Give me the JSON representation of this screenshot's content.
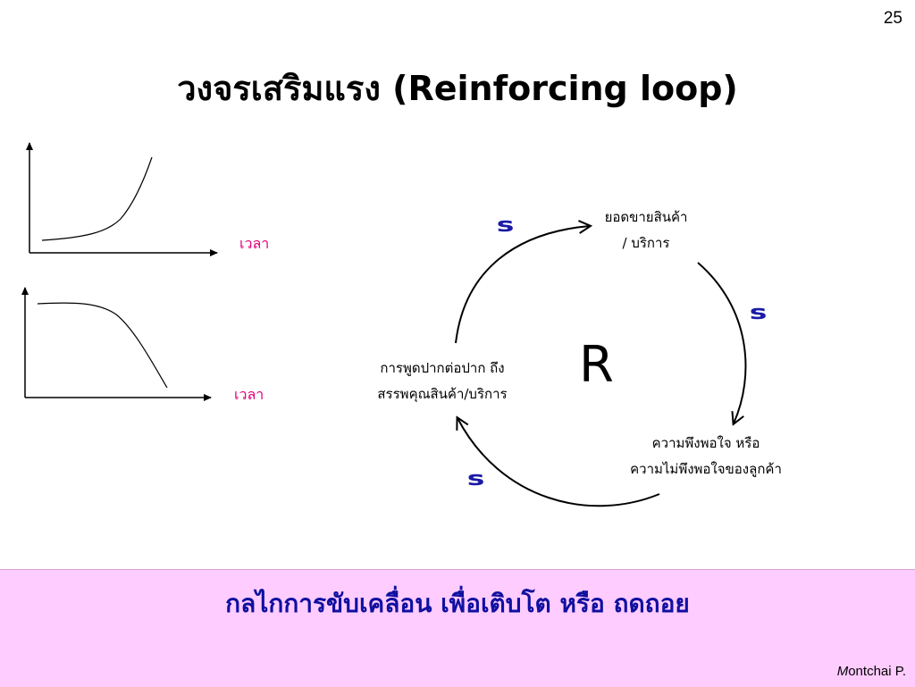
{
  "slide": {
    "page_number": "25",
    "title": "วงจรเสริมแรง (Reinforcing loop)"
  },
  "graphs": {
    "top_label": "เวลา",
    "bottom_label": "เวลา",
    "label_color": "#e0007a"
  },
  "loop": {
    "nodes": {
      "sales_line1": "ยอดขายสินค้า",
      "sales_line2": "/ บริการ",
      "satisfaction_line1": "ความพึงพอใจ หรือ",
      "satisfaction_line2": "ความไม่พึงพอใจของลูกค้า",
      "word_of_mouth_line1": "การพูดปากต่อปาก ถึง",
      "word_of_mouth_line2": "สรรพคุณสินค้า/บริการ"
    },
    "polarity": [
      "s",
      "s",
      "s"
    ],
    "polarity_color": "#1a1aa6",
    "loop_type": "R"
  },
  "footer": {
    "text": "กลไกการขับเคลื่อน เพื่อเติบโต หรือ ถดถอย",
    "text_color": "#1010a0",
    "band_color": "#ffccff",
    "author_initial": "M",
    "author_rest": "ontchai P."
  }
}
